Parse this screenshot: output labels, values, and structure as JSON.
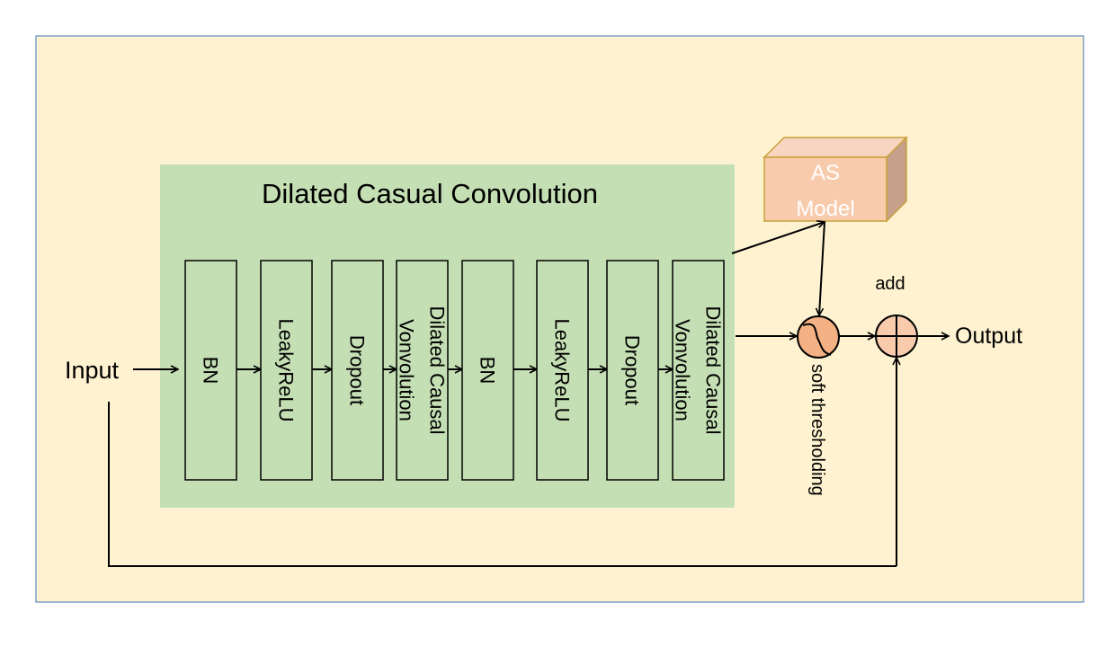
{
  "title": "Dilated Casual Convolution",
  "input_label": "Input",
  "output_label": "Output",
  "blocks": [
    {
      "lines": [
        "BN"
      ]
    },
    {
      "lines": [
        "LeakyReLU"
      ]
    },
    {
      "lines": [
        "Dropout"
      ]
    },
    {
      "lines": [
        "Dilated Causal",
        "Vonvolution"
      ]
    },
    {
      "lines": [
        "BN"
      ]
    },
    {
      "lines": [
        "LeakyReLU"
      ]
    },
    {
      "lines": [
        "Dropout"
      ]
    },
    {
      "lines": [
        "Dilated Causal",
        "Vonvolution"
      ]
    }
  ],
  "as_model": {
    "line1": "AS",
    "line2": "Model"
  },
  "soft_threshold_label": "soft thresholding",
  "add_label": "add",
  "colors": {
    "background": "#fef2d0",
    "border": "#5b8ec4",
    "conv_panel": "#c5dfb4",
    "as_model_front": "#f8cbad",
    "as_model_side": "#c6a08a",
    "as_model_edge": "#c9a13a",
    "soft_threshold": "#f4b183",
    "add_node": "#f8cbad"
  }
}
